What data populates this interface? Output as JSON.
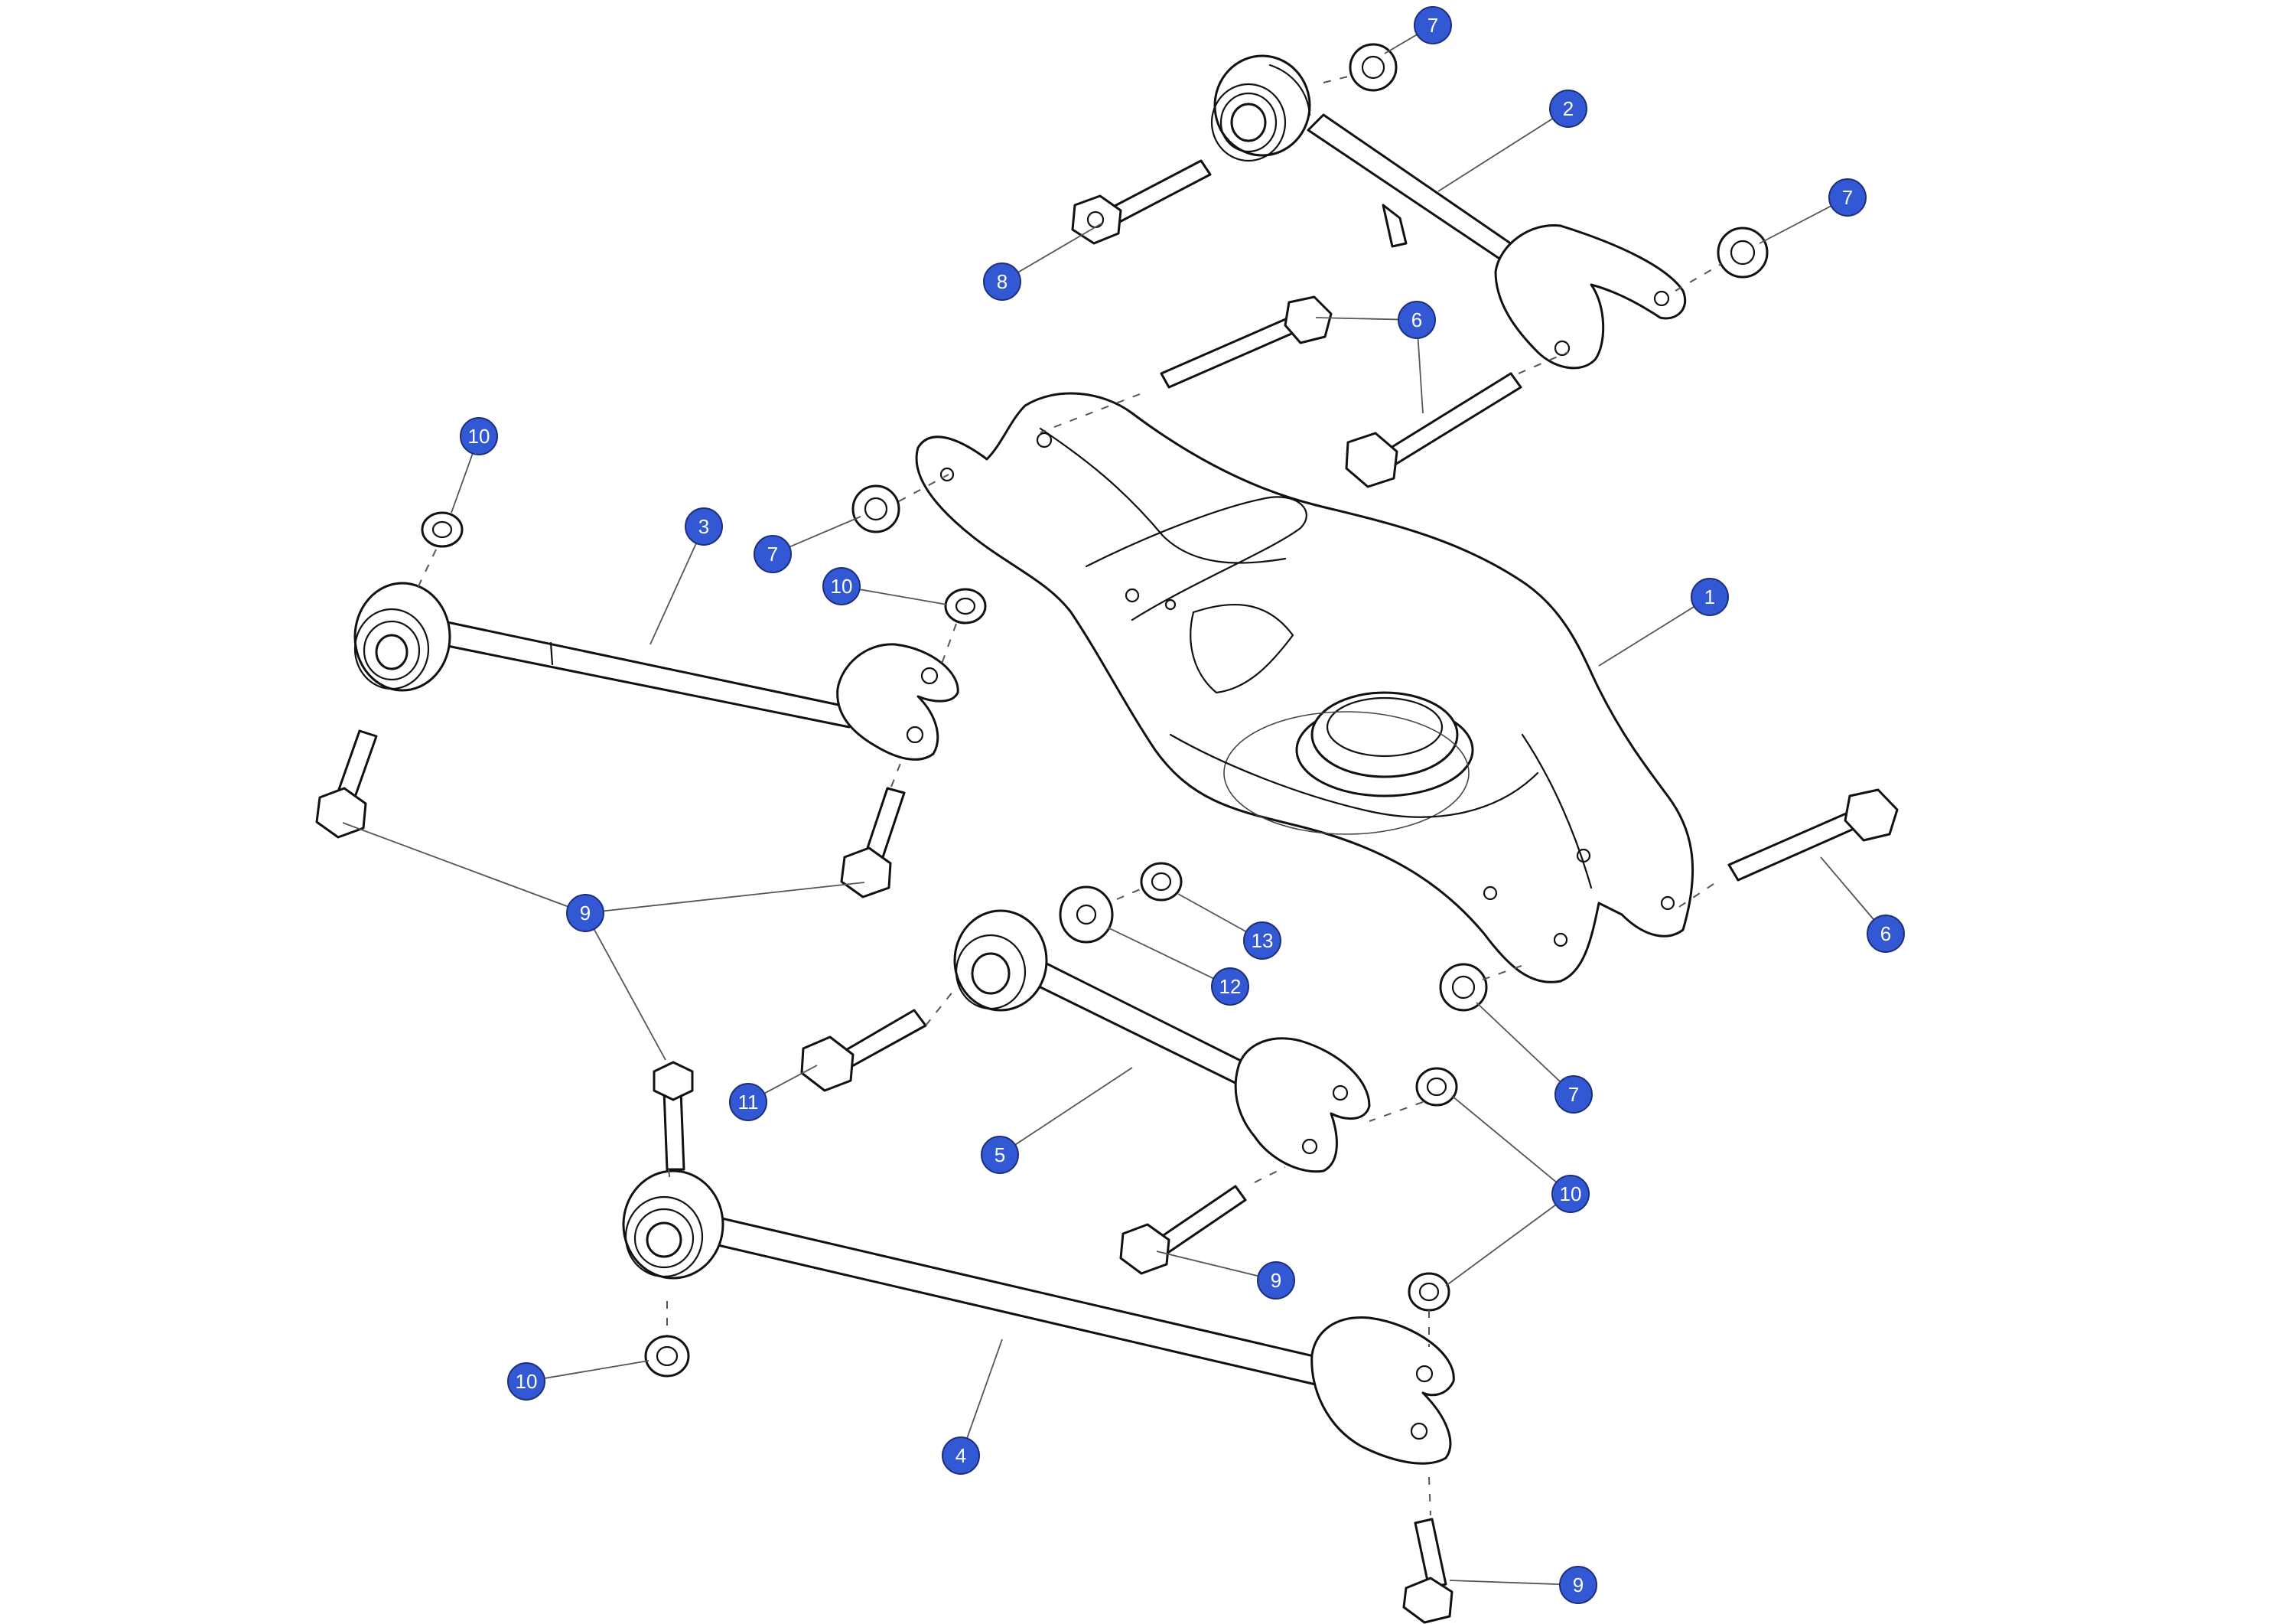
{
  "diagram": {
    "callouts": [
      {
        "label": "7"
      },
      {
        "label": "2"
      },
      {
        "label": "7"
      },
      {
        "label": "8"
      },
      {
        "label": "6"
      },
      {
        "label": "10"
      },
      {
        "label": "3"
      },
      {
        "label": "7"
      },
      {
        "label": "10"
      },
      {
        "label": "1"
      },
      {
        "label": "6"
      },
      {
        "label": "9"
      },
      {
        "label": "13"
      },
      {
        "label": "12"
      },
      {
        "label": "7"
      },
      {
        "label": "11"
      },
      {
        "label": "5"
      },
      {
        "label": "10"
      },
      {
        "label": "9"
      },
      {
        "label": "10"
      },
      {
        "label": "4"
      },
      {
        "label": "9"
      }
    ],
    "colors": {
      "callout_fill": "#3358d4",
      "line": "#111111",
      "background": "#ffffff"
    }
  }
}
